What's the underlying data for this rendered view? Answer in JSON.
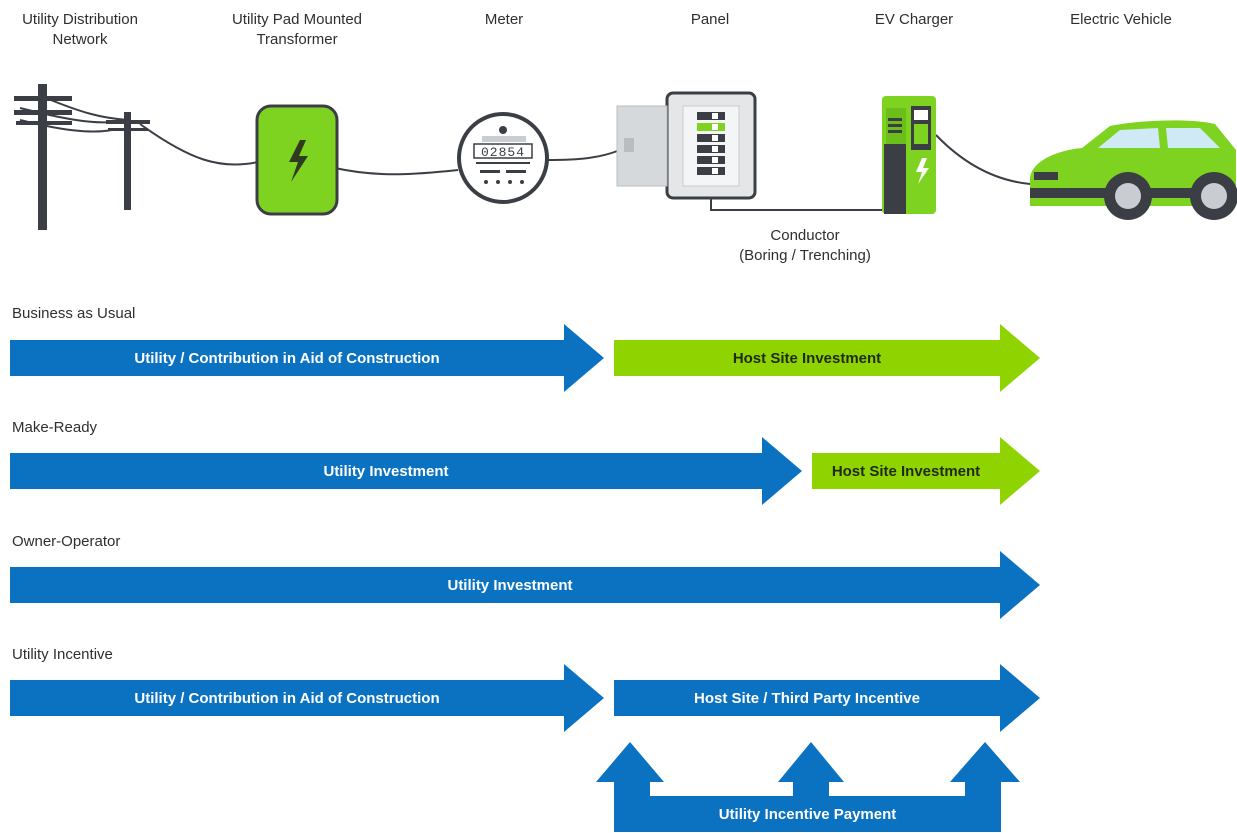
{
  "components": [
    {
      "id": "network",
      "label": "Utility Distribution\nNetwork"
    },
    {
      "id": "transformer",
      "label": "Utility Pad Mounted\nTransformer"
    },
    {
      "id": "meter",
      "label": "Meter",
      "reading": "02854"
    },
    {
      "id": "panel",
      "label": "Panel"
    },
    {
      "id": "charger",
      "label": "EV Charger"
    },
    {
      "id": "vehicle",
      "label": "Electric Vehicle"
    }
  ],
  "conductor_label": "Conductor\n(Boring / Trenching)",
  "colors": {
    "utility_blue": "#0a72c1",
    "host_green": "#8fd400",
    "device_green": "#7ed321",
    "pole_gray": "#3b3f45"
  },
  "models": [
    {
      "name": "Business as Usual",
      "segments": [
        {
          "label": "Utility / Contribution in Aid of Construction",
          "party": "utility"
        },
        {
          "label": "Host Site Investment",
          "party": "host"
        }
      ]
    },
    {
      "name": "Make-Ready",
      "segments": [
        {
          "label": "Utility Investment",
          "party": "utility"
        },
        {
          "label": "Host Site Investment",
          "party": "host"
        }
      ]
    },
    {
      "name": "Owner-Operator",
      "segments": [
        {
          "label": "Utility Investment",
          "party": "utility"
        }
      ]
    },
    {
      "name": "Utility Incentive",
      "segments": [
        {
          "label": "Utility / Contribution in Aid of Construction",
          "party": "utility"
        },
        {
          "label": "Host Site / Third Party Incentive",
          "party": "utility"
        }
      ],
      "incentive_payment": "Utility Incentive Payment"
    }
  ]
}
